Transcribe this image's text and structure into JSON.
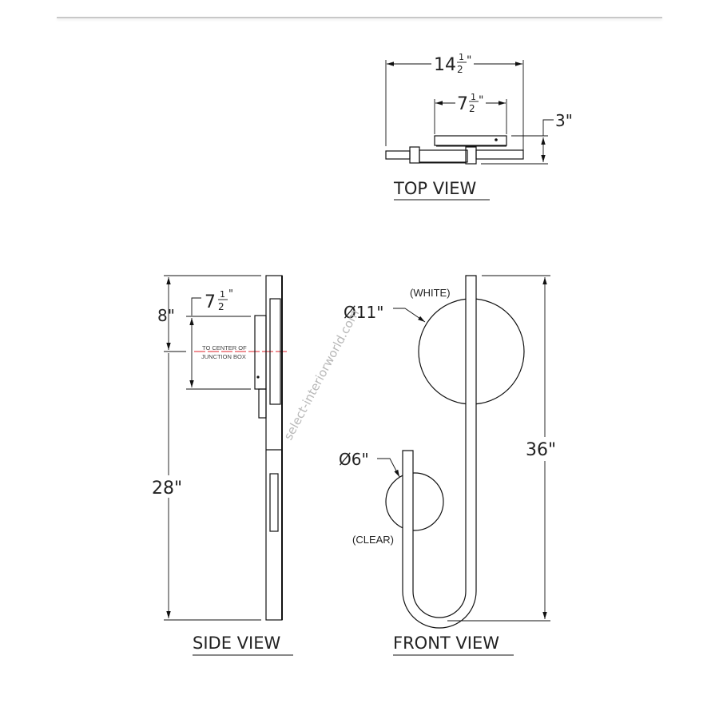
{
  "drawing": {
    "top_view": {
      "title": "TOP VIEW",
      "width_dim": {
        "whole": "14",
        "num": "1",
        "den": "2",
        "unit": "\""
      },
      "canopy_dim": {
        "whole": "7",
        "num": "1",
        "den": "2",
        "unit": "\""
      },
      "depth_dim": "3\""
    },
    "side_view": {
      "title": "SIDE VIEW",
      "top_dim": "8\"",
      "canopy_dim": {
        "whole": "7",
        "num": "1",
        "den": "2",
        "unit": "\""
      },
      "bottom_dim": "28\"",
      "note_line1": "TO CENTER OF",
      "note_line2": "JUNCTION BOX"
    },
    "front_view": {
      "title": "FRONT VIEW",
      "large_globe_dim": "Ø11\"",
      "large_globe_label": "(WHITE)",
      "small_globe_dim": "Ø6\"",
      "small_globe_label": "(CLEAR)",
      "height_dim": "36\""
    },
    "watermark": "select-interiorworld.com",
    "colors": {
      "line": "#111111",
      "center_line": "#e0202a",
      "divider": "#c8c8c8",
      "watermark": "#b8b8b8"
    }
  }
}
